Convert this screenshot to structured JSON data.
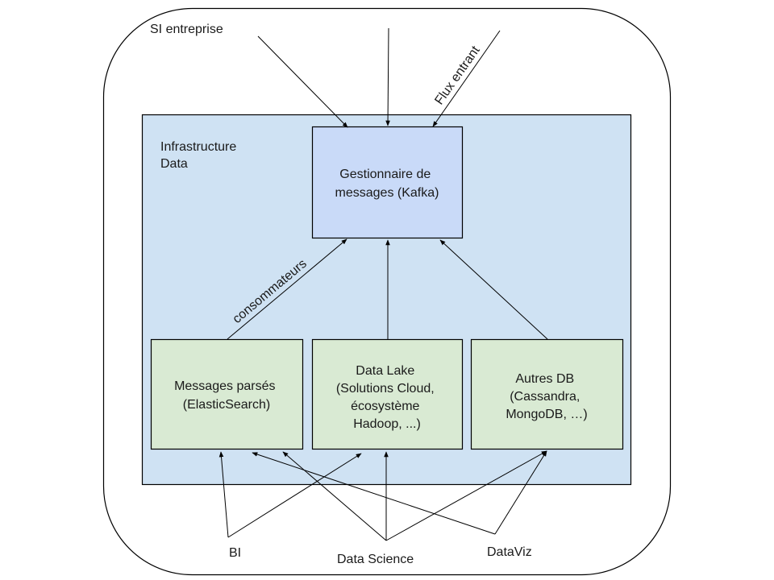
{
  "diagram": {
    "outer_label": "SI entreprise",
    "infra_label_lines": [
      "Infrastructure",
      "Data"
    ],
    "incoming_label": "Flux entrant",
    "consumers_label": "consommateurs",
    "colors": {
      "infra_fill": "#cfe2f3",
      "kafka_fill": "#c9daf8",
      "store_fill": "#d9ead3",
      "stroke": "#000000"
    },
    "nodes": {
      "kafka": {
        "lines": [
          "Gestionnaire de",
          "messages (Kafka)"
        ]
      },
      "elastic": {
        "lines": [
          "Messages parsés",
          "(ElasticSearch)"
        ]
      },
      "datalake": {
        "lines": [
          "Data Lake",
          "(Solutions Cloud,",
          "écosystème",
          "Hadoop, ...)"
        ]
      },
      "otherdb": {
        "lines": [
          "Autres DB",
          "(Cassandra,",
          "MongoDB, …)"
        ]
      }
    },
    "consumers": {
      "bi": "BI",
      "datascience": "Data Science",
      "dataviz": "DataViz"
    },
    "edges": [
      {
        "from": "external-1",
        "to": "kafka"
      },
      {
        "from": "external-2",
        "to": "kafka"
      },
      {
        "from": "external-3",
        "to": "kafka",
        "label": "Flux entrant"
      },
      {
        "from": "elastic",
        "to": "kafka",
        "label": "consommateurs"
      },
      {
        "from": "datalake",
        "to": "kafka"
      },
      {
        "from": "otherdb",
        "to": "kafka"
      },
      {
        "from": "bi",
        "to": "elastic"
      },
      {
        "from": "bi",
        "to": "datalake"
      },
      {
        "from": "datascience",
        "to": "elastic"
      },
      {
        "from": "datascience",
        "to": "datalake"
      },
      {
        "from": "datascience",
        "to": "otherdb"
      },
      {
        "from": "dataviz",
        "to": "elastic"
      },
      {
        "from": "dataviz",
        "to": "otherdb"
      }
    ]
  }
}
